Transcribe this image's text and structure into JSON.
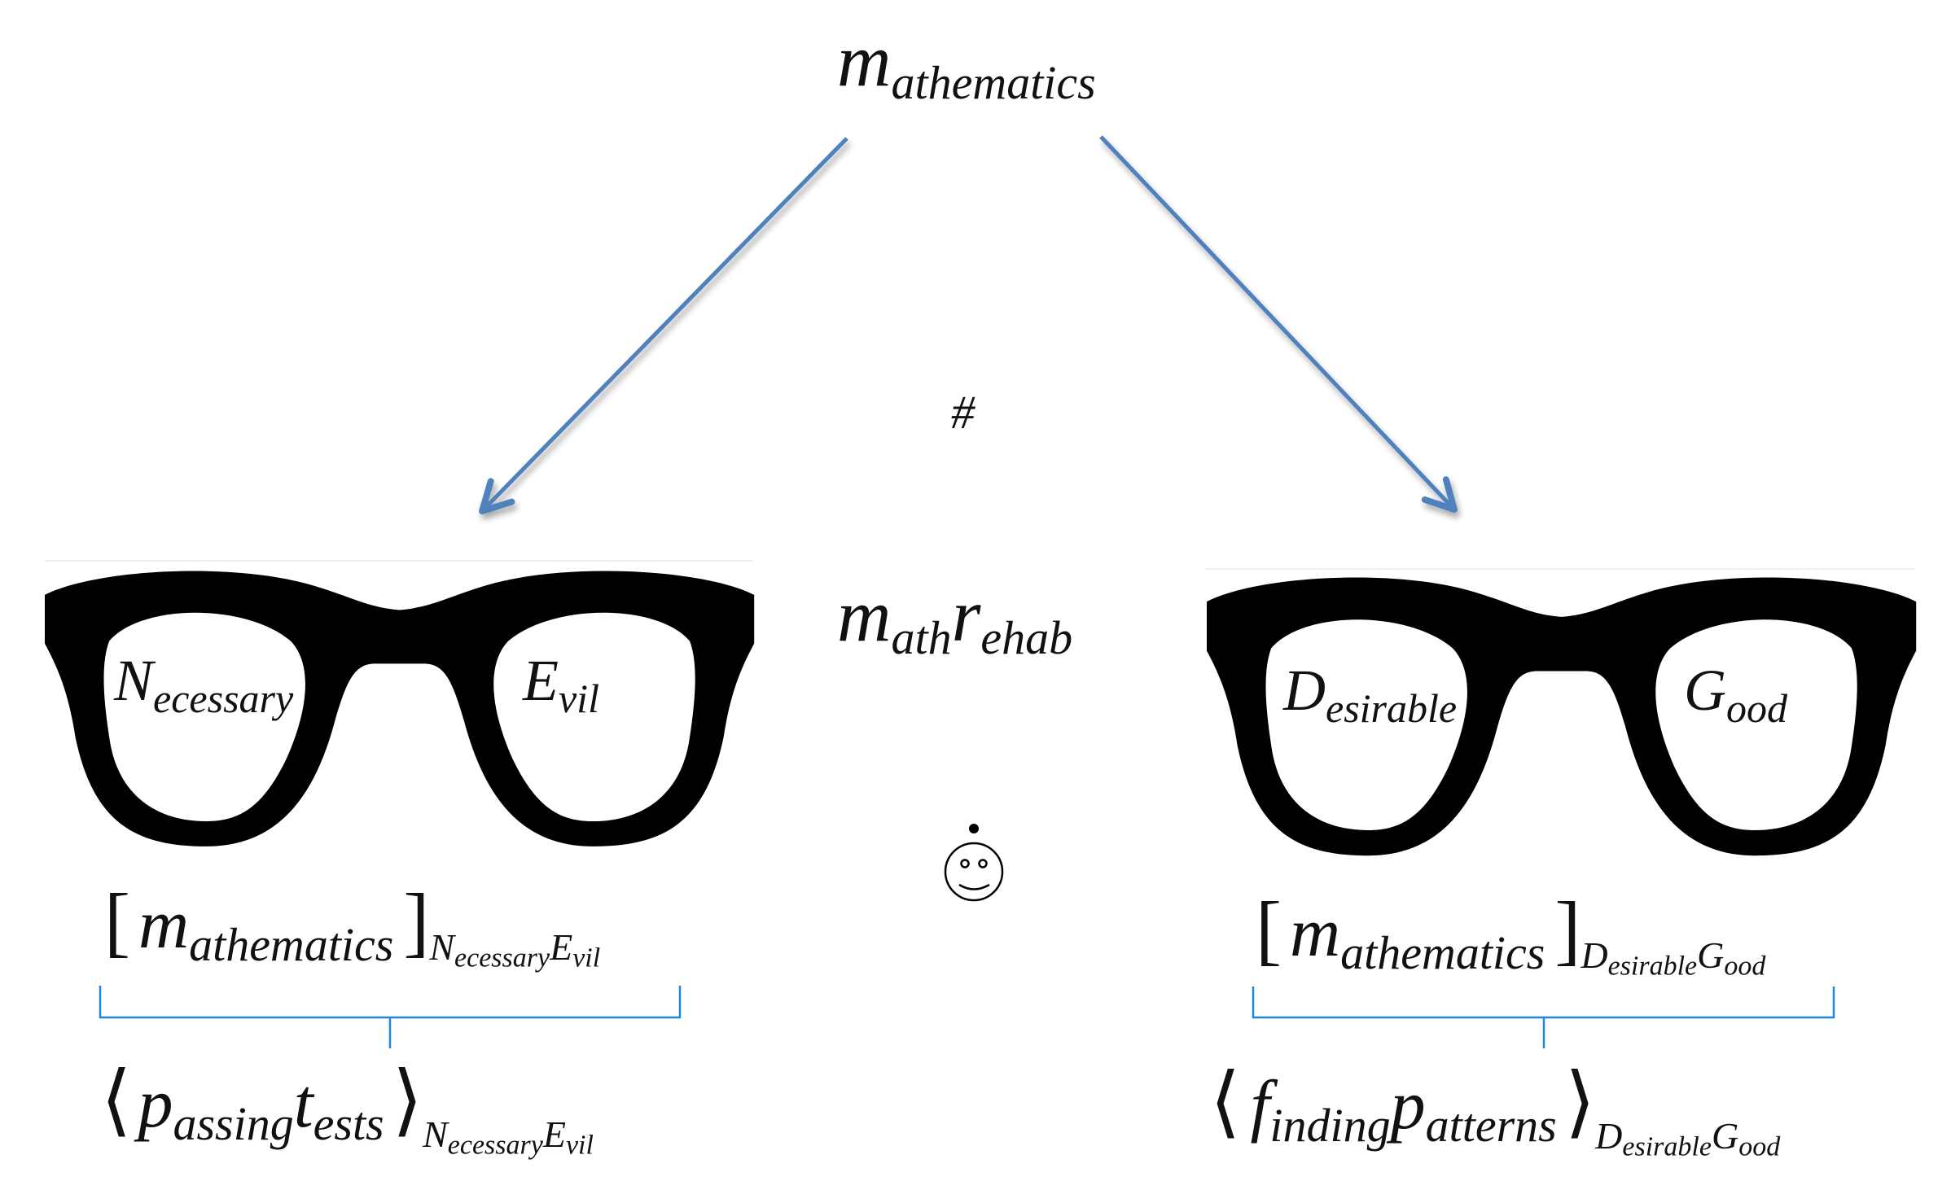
{
  "colors": {
    "arrow": "#4f81bd",
    "brace": "#1f86e0",
    "ink": "#111111"
  },
  "top_node": {
    "main": "m",
    "sub": "athematics"
  },
  "center_symbol": "#",
  "left_glasses": {
    "left_lens": {
      "main": "N",
      "sub": "ecessary"
    },
    "right_lens": {
      "main": "E",
      "sub": "vil"
    }
  },
  "right_glasses": {
    "left_lens": {
      "main": "D",
      "sub": "esirable"
    },
    "right_lens": {
      "main": "G",
      "sub": "ood"
    }
  },
  "rehab_label": {
    "m": "m",
    "ath": "ath",
    "r": "r",
    "ehab": "ehab"
  },
  "smiley_label": "smiley-dot",
  "left_bracket_expr": {
    "open": "[",
    "main": "m",
    "sub": "athematics",
    "close": "]",
    "index": [
      {
        "main": "N",
        "sub": "ecessary"
      },
      {
        "main": "E",
        "sub": "vil"
      }
    ]
  },
  "right_bracket_expr": {
    "open": "[",
    "main": "m",
    "sub": "athematics",
    "close": "]",
    "index": [
      {
        "main": "D",
        "sub": "esirable"
      },
      {
        "main": "G",
        "sub": "ood"
      }
    ]
  },
  "left_angle_expr": {
    "open": "⟨",
    "p": "p",
    "assing": "assing",
    "t": "t",
    "ests": "ests",
    "close": "⟩",
    "index": [
      {
        "main": "N",
        "sub": "ecessary"
      },
      {
        "main": "E",
        "sub": "vil"
      }
    ]
  },
  "right_angle_expr": {
    "open": "⟨",
    "f": "f",
    "inding": "inding",
    "p": "p",
    "atterns": "atterns",
    "close": "⟩",
    "index": [
      {
        "main": "D",
        "sub": "esirable"
      },
      {
        "main": "G",
        "sub": "ood"
      }
    ]
  }
}
